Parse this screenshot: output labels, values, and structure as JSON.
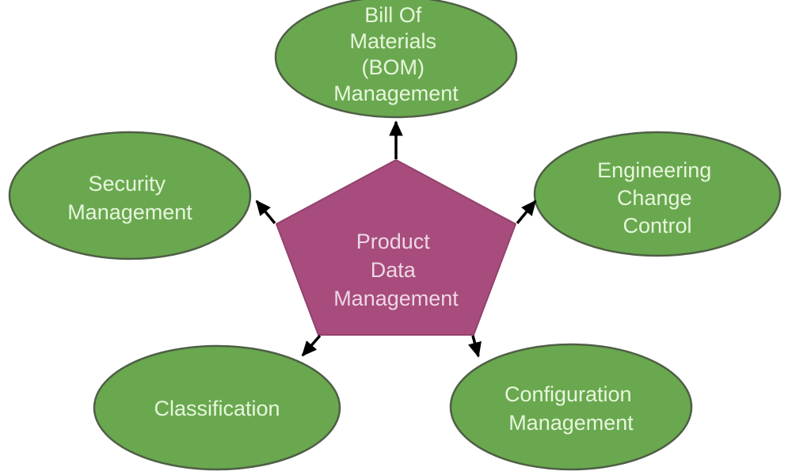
{
  "diagram": {
    "type": "hub-and-spoke",
    "background": "#ffffff",
    "center": {
      "shape": "pentagon",
      "label": "Product Data Management",
      "lines": [
        "Product",
        "Data",
        "Management"
      ]
    },
    "nodes": [
      {
        "position": "top",
        "shape": "ellipse",
        "label": "Bill Of Materials (BOM) Management",
        "lines": [
          "Bill Of",
          "Materials",
          "(BOM)",
          "Management"
        ]
      },
      {
        "position": "right",
        "shape": "ellipse",
        "label": "Engineering Change Control",
        "lines": [
          "Engineering",
          "Change",
          "Control"
        ]
      },
      {
        "position": "bottom-right",
        "shape": "ellipse",
        "label": "Configuration Management",
        "lines": [
          "Configuration",
          "Management"
        ]
      },
      {
        "position": "bottom-left",
        "shape": "ellipse",
        "label": "Classification",
        "lines": [
          "Classification"
        ]
      },
      {
        "position": "left",
        "shape": "ellipse",
        "label": "Security Management",
        "lines": [
          "Security",
          "Management"
        ]
      }
    ],
    "colors": {
      "ellipse_fill": "#6aa84f",
      "ellipse_border": "#4f5f46",
      "ellipse_text": "#e6f6dc",
      "pentagon_fill": "#a74c7d",
      "pentagon_border": "#93426d",
      "pentagon_text": "#eed7e5",
      "arrow": "#000000"
    }
  }
}
